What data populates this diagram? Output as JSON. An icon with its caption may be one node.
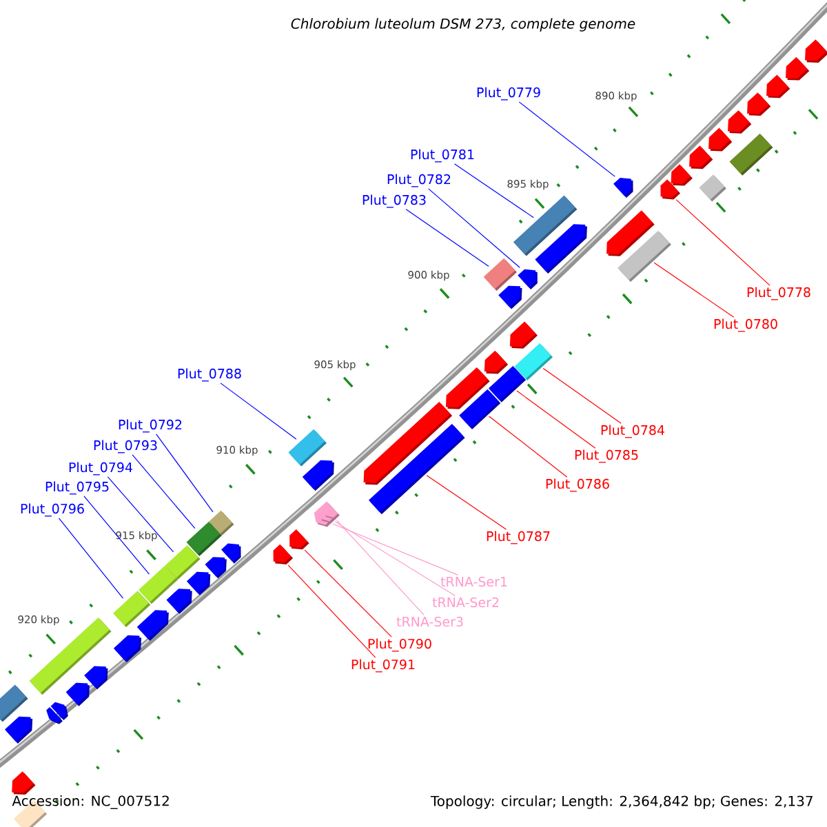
{
  "diagram": {
    "title": "Chlorobium luteolum DSM 273, complete genome",
    "nodes": [
      {
        "text": [
          "Plut_0779"
        ]
      },
      {
        "text": [],
        "shape": "arrow"
      },
      {
        "text": [
          "Plut_0781"
        ]
      },
      {
        "text": [],
        "shape": "box"
      },
      {
        "text": [
          "Plut_0782"
        ]
      },
      {
        "text": [],
        "shape": "arrow"
      },
      {
        "text": [
          "Plut_0783"
        ]
      },
      {
        "text": [],
        "shape": "box"
      },
      {
        "text": [
          "Plut_0778"
        ]
      },
      {
        "text": [],
        "shape": "arrow"
      },
      {
        "text": [
          "Plut_0780"
        ]
      },
      {
        "text": [],
        "shape": "box"
      },
      {
        "text": [
          "Plut_0784"
        ]
      },
      {
        "text": [],
        "shape": "box"
      },
      {
        "text": [
          "Plut_0785"
        ]
      },
      {
        "text": [],
        "shape": "box"
      },
      {
        "text": [
          "Plut_0786"
        ]
      },
      {
        "text": [],
        "shape": "box"
      },
      {
        "text": [
          "Plut_0787"
        ]
      },
      {
        "text": [],
        "shape": "box"
      },
      {
        "text": [
          "Plut_0788"
        ]
      },
      {
        "text": [],
        "shape": "box"
      },
      {
        "text": [
          "Plut_0792"
        ]
      },
      {
        "text": [],
        "shape": "box"
      },
      {
        "text": [
          "Plut_0793"
        ]
      },
      {
        "text": [],
        "shape": "box"
      },
      {
        "text": [
          "Plut_0794"
        ]
      },
      {
        "text": [],
        "shape": "box"
      },
      {
        "text": [
          "Plut_0795"
        ]
      },
      {
        "text": [],
        "shape": "box"
      },
      {
        "text": [
          "Plut_0796"
        ]
      },
      {
        "text": [],
        "shape": "box"
      },
      {
        "text": [
          "tRNA-Ser1"
        ]
      },
      {
        "text": [],
        "shape": "arrow"
      },
      {
        "text": [
          "tRNA-Ser2"
        ]
      },
      {
        "text": [],
        "shape": "arrow"
      },
      {
        "text": [
          "tRNA-Ser3"
        ]
      },
      {
        "text": [],
        "shape": "arrow"
      },
      {
        "text": [
          "Plut_0790"
        ]
      },
      {
        "text": [],
        "shape": "arrow"
      },
      {
        "text": [
          "Plut_0791"
        ]
      },
      {
        "text": [],
        "shape": "arrow"
      },
      {
        "text": [],
        "shape": "box"
      },
      {
        "text": [],
        "shape": "arrow"
      },
      {
        "text": [],
        "shape": "arrow"
      },
      {
        "text": [],
        "shape": "box"
      },
      {
        "text": [],
        "shape": "arrow"
      },
      {
        "text": [],
        "shape": "arrow"
      },
      {
        "text": [],
        "shape": "box"
      },
      {
        "text": [],
        "shape": "arrow"
      },
      {
        "text": [],
        "shape": "arrow"
      },
      {
        "text": [],
        "shape": "arrow"
      },
      {
        "text": [],
        "shape": "arrow"
      },
      {
        "text": [],
        "shape": "arrow"
      },
      {
        "text": [],
        "shape": "arrow"
      },
      {
        "text": [],
        "shape": "arrow"
      },
      {
        "text": [],
        "shape": "arrow"
      },
      {
        "text": [],
        "shape": "arrow"
      },
      {
        "text": [],
        "shape": "arrow"
      },
      {
        "text": [],
        "shape": "arrow"
      },
      {
        "text": [],
        "shape": "arrow"
      },
      {
        "text": [],
        "shape": "arrow"
      },
      {
        "text": [],
        "shape": "arrow"
      },
      {
        "text": [],
        "shape": "arrow"
      },
      {
        "text": [],
        "shape": "arrow"
      },
      {
        "text": [],
        "shape": "arrow"
      },
      {
        "text": [],
        "shape": "arrow"
      },
      {
        "text": [],
        "shape": "box"
      },
      {
        "text": [],
        "shape": "arrow"
      },
      {
        "text": [],
        "shape": "arrow"
      },
      {
        "text": [],
        "shape": "box"
      },
      {
        "text": [],
        "shape": "arrow"
      },
      {
        "text": [],
        "shape": "arrow"
      },
      {
        "text": [],
        "shape": "arrow"
      },
      {
        "text": [],
        "shape": "arrow"
      }
    ],
    "edges": [
      {
        "from": 0,
        "to": 1,
        "arrow": "none"
      },
      {
        "from": 2,
        "to": 3,
        "arrow": "none"
      },
      {
        "from": 4,
        "to": 5,
        "arrow": "none"
      },
      {
        "from": 6,
        "to": 7,
        "arrow": "none"
      },
      {
        "from": 8,
        "to": 9,
        "arrow": "none",
        "color": "#ff0000"
      },
      {
        "from": 10,
        "to": 11,
        "arrow": "none",
        "color": "#ff0000"
      },
      {
        "from": 12,
        "to": 13,
        "arrow": "none",
        "color": "#ff0000"
      },
      {
        "from": 14,
        "to": 15,
        "arrow": "none",
        "color": "#ff0000"
      },
      {
        "from": 16,
        "to": 17,
        "arrow": "none",
        "color": "#ff0000"
      },
      {
        "from": 18,
        "to": 19,
        "arrow": "none",
        "color": "#ff0000"
      },
      {
        "from": 20,
        "to": 21,
        "arrow": "none"
      },
      {
        "from": 22,
        "to": 23,
        "arrow": "none"
      },
      {
        "from": 24,
        "to": 25,
        "arrow": "none"
      },
      {
        "from": 26,
        "to": 27,
        "arrow": "none"
      },
      {
        "from": 28,
        "to": 29,
        "arrow": "none"
      },
      {
        "from": 30,
        "to": 31,
        "arrow": "none"
      },
      {
        "from": 32,
        "to": 33,
        "arrow": "none",
        "color": "#ff99cc"
      },
      {
        "from": 34,
        "to": 35,
        "arrow": "none",
        "color": "#ff99cc"
      },
      {
        "from": 36,
        "to": 37,
        "arrow": "none",
        "color": "#ff99cc"
      },
      {
        "from": 38,
        "to": 39,
        "arrow": "none",
        "color": "#ff0000"
      },
      {
        "from": 40,
        "to": 41,
        "arrow": "none",
        "color": "#ff0000"
      }
    ],
    "labels": [
      "890 kbp",
      "895 kbp",
      "900 kbp",
      "905 kbp",
      "910 kbp",
      "915 kbp",
      "920 kbp",
      "Accession: NC_007512",
      "Topology: circular; Length: 2,364,842 bp; Genes: 2,137"
    ]
  }
}
